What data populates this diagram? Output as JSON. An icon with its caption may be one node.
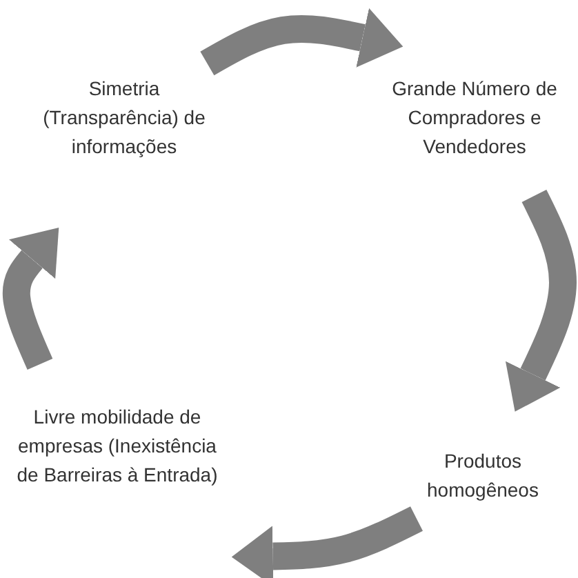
{
  "diagram": {
    "nodes": [
      {
        "text": [
          "Simetria (Transparência) de informações"
        ]
      },
      {
        "text": [
          "Grande Número de Compradores e Vendedores"
        ]
      },
      {
        "text": [
          "Produtos homogêneos"
        ]
      },
      {
        "text": [
          "Livre mobilidade de empresas (Inexistência de Barreiras à Entrada)"
        ]
      }
    ],
    "edges": [
      {
        "from": 0,
        "to": 1,
        "arrow": "to"
      },
      {
        "from": 1,
        "to": 2,
        "arrow": "to"
      },
      {
        "from": 2,
        "to": 3,
        "arrow": "to"
      },
      {
        "from": 3,
        "to": 0,
        "arrow": "to"
      }
    ]
  }
}
